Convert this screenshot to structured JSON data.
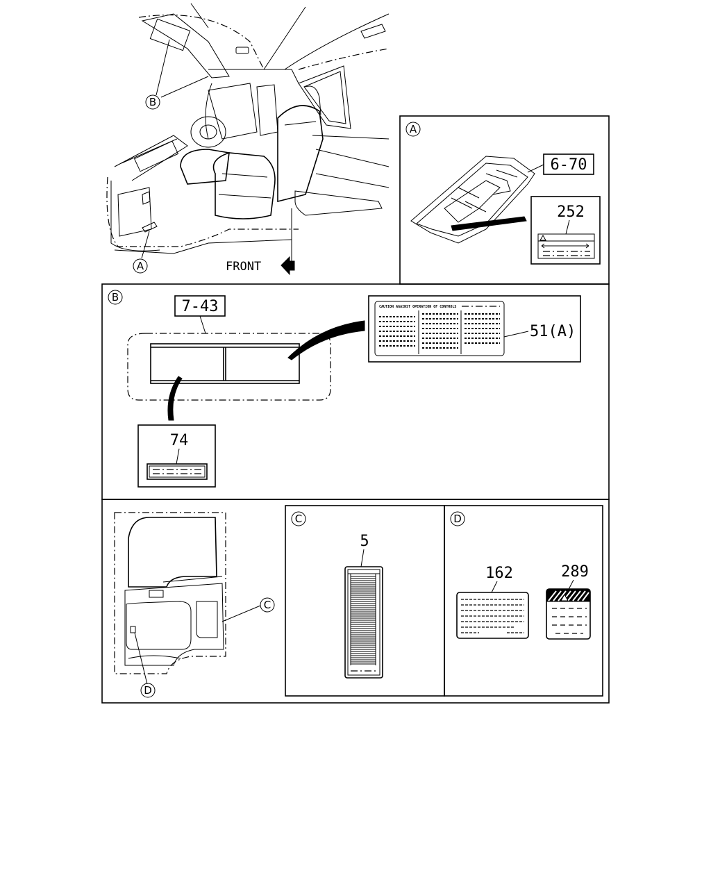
{
  "callouts": {
    "a": "A",
    "b": "B",
    "c": "C",
    "d": "D"
  },
  "overview": {
    "front_label": "FRONT"
  },
  "panel_a": {
    "ref_label": "6-70",
    "part_252": "252"
  },
  "panel_b": {
    "ref_label": "7-43",
    "part_51": "51(A)",
    "part_74": "74"
  },
  "panel_c": {
    "part_5": "5"
  },
  "panel_d": {
    "part_162": "162",
    "part_289": "289"
  }
}
